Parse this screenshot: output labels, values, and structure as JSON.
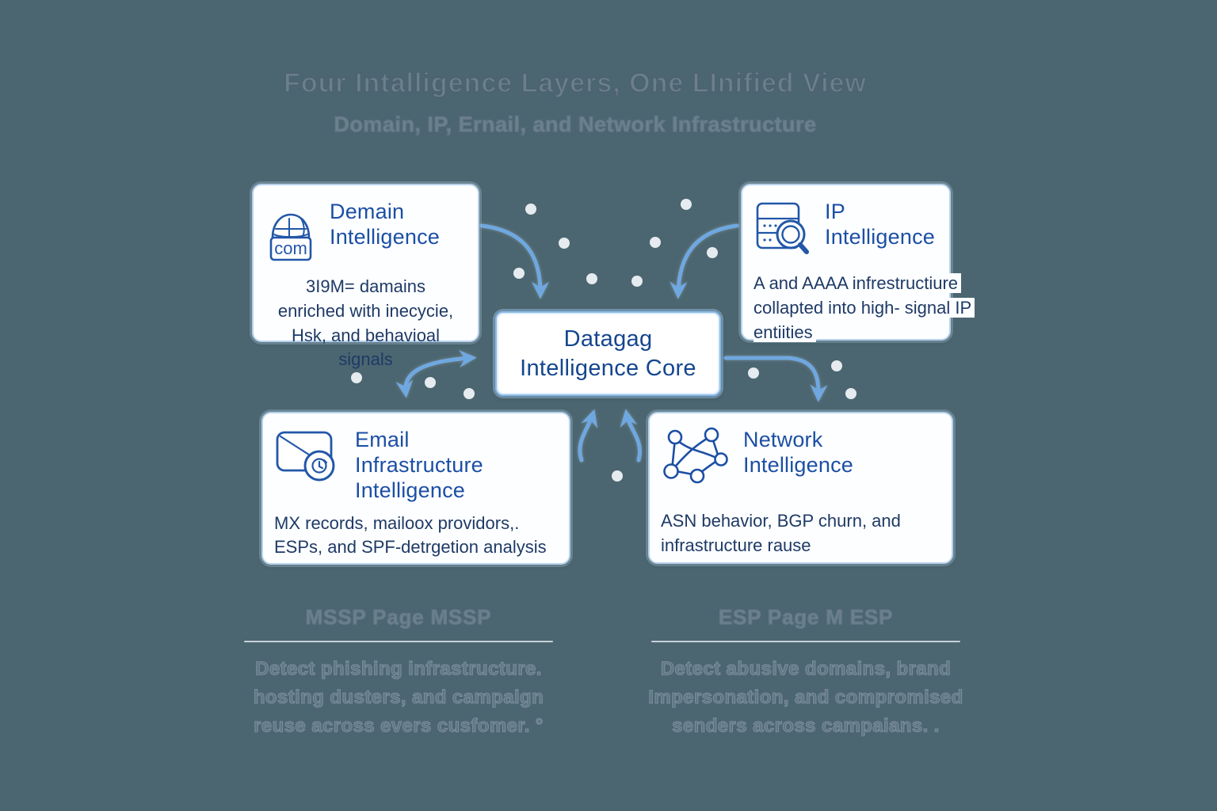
{
  "page": {
    "title": "Four Intalligence Layers, One LInified View",
    "subtitle": "Domain, IP, Ernail, and Network Infrastructure",
    "background_color": "#4b6670",
    "accent_blue": "#2257a8",
    "arrow_color": "#6fa8e0"
  },
  "core": {
    "lines": [
      "Datagag",
      "Intelligence Core"
    ]
  },
  "cards": {
    "domain": {
      "icon": "globe-com-icon",
      "icon_label": "com",
      "title_lines": [
        "Demain",
        "Intelligence"
      ],
      "body_lines": [
        "3I9M= damains",
        "enriched with inecycie,",
        "Hsk, and behavioal signals"
      ]
    },
    "ip": {
      "icon": "server-search-icon",
      "title_lines": [
        "IP",
        "Intelligence"
      ],
      "body_lines": [
        "A and AAAA infrestructiure",
        "collapted into high- signal IP",
        "entiities"
      ]
    },
    "email": {
      "icon": "envelope-clock-icon",
      "title_lines": [
        "Email",
        "Infrastructure",
        "Intelligence"
      ],
      "body_lines": [
        "MX records, mailoox providors,.",
        "ESPs, and SPF-detrgetion analysis"
      ]
    },
    "network": {
      "icon": "network-graph-icon",
      "title_lines": [
        "Network",
        "Intelligence"
      ],
      "body_lines": [
        "ASN behavior, BGP churn, and",
        "infrastructure rause"
      ]
    }
  },
  "footers": {
    "mssp": {
      "heading": "MSSP Page MSSP",
      "body_lines": [
        "Detect phishing infrastructure.",
        "hosting dusters, and campaign",
        "reuse across evers cusfomer. °"
      ]
    },
    "esp": {
      "heading": "ESP Page M ESP",
      "body_lines": [
        "Detect abusive domains, brand",
        "Impersonation, and compromised",
        "senders across campaians. ."
      ]
    }
  }
}
